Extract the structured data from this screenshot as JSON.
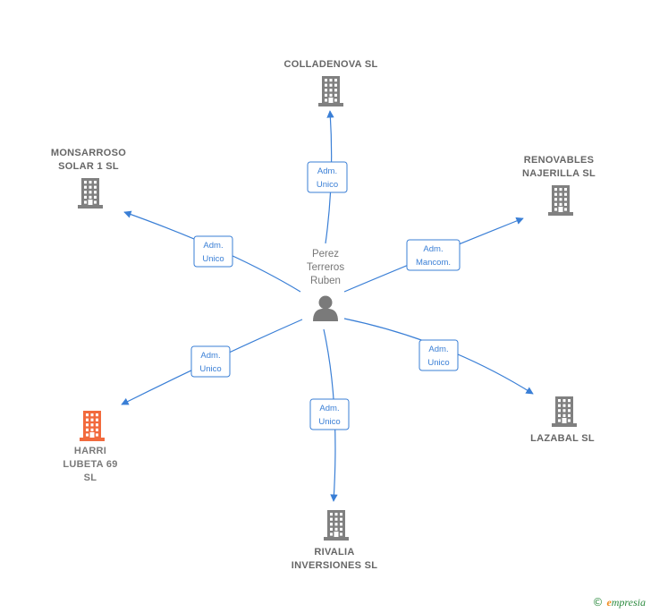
{
  "person": {
    "name_lines": [
      "Perez",
      "Terreros",
      "Ruben"
    ],
    "icon": "person-icon"
  },
  "colors": {
    "edge": "#3a7fd6",
    "company_icon": "#808080",
    "focus_company_icon": "#f26a3d"
  },
  "companies": [
    {
      "id": "colladenova",
      "label_lines": [
        "COLLADENOVA SL"
      ],
      "role_lines": [
        "Adm.",
        "Unico"
      ],
      "focus": false
    },
    {
      "id": "renovables",
      "label_lines": [
        "RENOVABLES",
        "NAJERILLA  SL"
      ],
      "role_lines": [
        "Adm.",
        "Mancom."
      ],
      "focus": false
    },
    {
      "id": "lazabal",
      "label_lines": [
        "LAZABAL SL"
      ],
      "role_lines": [
        "Adm.",
        "Unico"
      ],
      "focus": false
    },
    {
      "id": "rivalia",
      "label_lines": [
        "RIVALIA",
        "INVERSIONES SL"
      ],
      "role_lines": [
        "Adm.",
        "Unico"
      ],
      "focus": false
    },
    {
      "id": "harri",
      "label_lines": [
        "HARRI",
        "LUBETA 69",
        "SL"
      ],
      "role_lines": [
        "Adm.",
        "Unico"
      ],
      "focus": true
    },
    {
      "id": "monsarroso",
      "label_lines": [
        "MONSARROSO",
        "SOLAR 1  SL"
      ],
      "role_lines": [
        "Adm.",
        "Unico"
      ],
      "focus": false
    }
  ],
  "footer": {
    "copyright": "©",
    "brand_initial": "e",
    "brand_rest": "mpresia"
  }
}
